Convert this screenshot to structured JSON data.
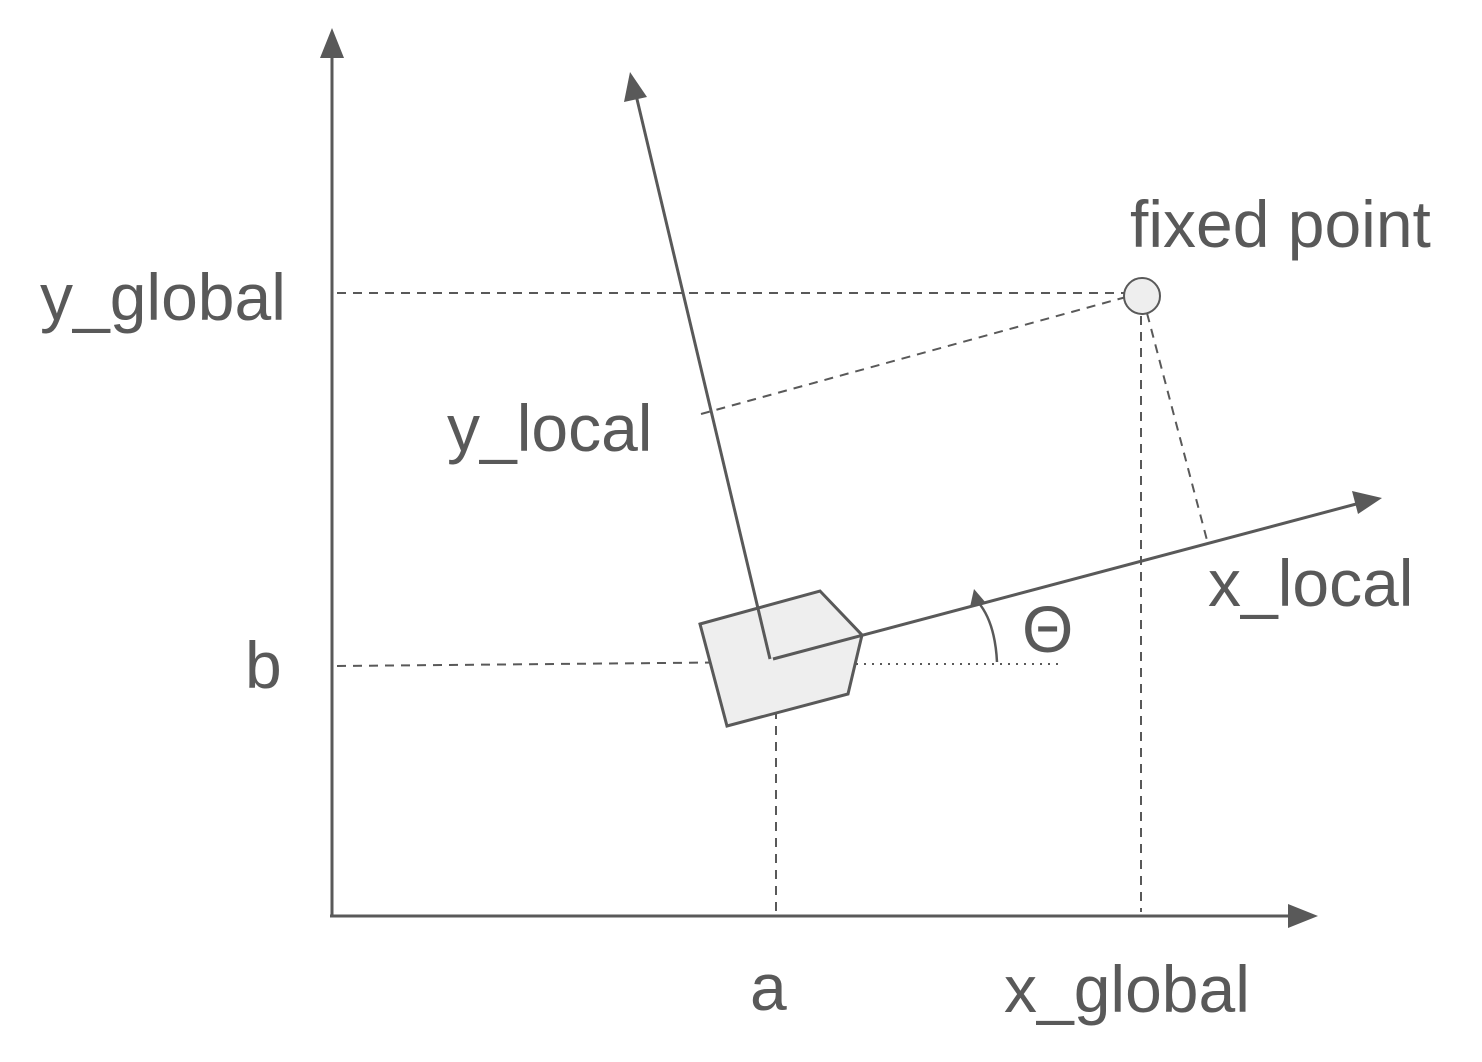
{
  "labels": {
    "y_global": "y_global",
    "y_local": "y_local",
    "fixed_point": "fixed point",
    "x_local": "x_local",
    "theta": "Θ",
    "b": "b",
    "a": "a",
    "x_global": "x_global"
  },
  "colors": {
    "stroke": "#595959",
    "body_fill": "#eeeeee",
    "point_fill": "#eeeeee"
  }
}
